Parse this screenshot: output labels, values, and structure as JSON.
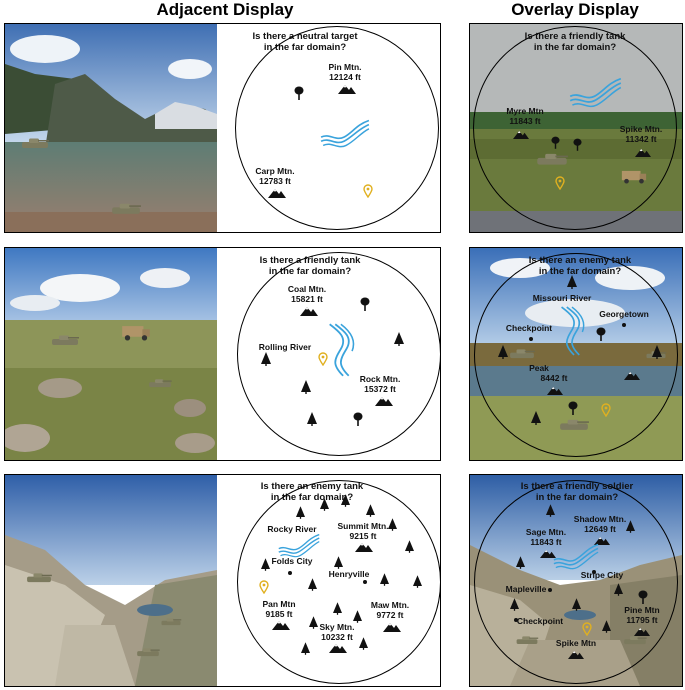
{
  "headers": {
    "adjacent": "Adjacent Display",
    "overlay": "Overlay Display"
  },
  "row1": {
    "adjacent": {
      "question_l1": "Is there a neutral target",
      "question_l2": "in the far domain?",
      "pin_name": "Pin Mtn.",
      "pin_ft": "12124 ft",
      "carp_name": "Carp Mtn.",
      "carp_ft": "12783 ft"
    },
    "overlay": {
      "question_l1": "Is there a friendly tank",
      "question_l2": "in the far domain?",
      "myre_name": "Myre Mtn",
      "myre_ft": "11843 ft",
      "spike_name": "Spike Mtn.",
      "spike_ft": "11342 ft"
    }
  },
  "row2": {
    "adjacent": {
      "question_l1": "Is there a friendly tank",
      "question_l2": "in the far domain?",
      "coal_name": "Coal Mtn.",
      "coal_ft": "15821 ft",
      "river": "Rolling River",
      "rock_name": "Rock Mtn.",
      "rock_ft": "15372 ft"
    },
    "overlay": {
      "question_l1": "Is there an enemy tank",
      "question_l2": "in the far domain?",
      "river": "Missouri River",
      "town": "Georgetown",
      "checkpoint": "Checkpoint",
      "peak_name": "Peak",
      "peak_ft": "8442 ft"
    }
  },
  "row3": {
    "adjacent": {
      "question_l1": "Is there an enemy tank",
      "question_l2": "in the far domain?",
      "river": "Rocky River",
      "summit_name": "Summit Mtn.",
      "summit_ft": "9215 ft",
      "folds": "Folds City",
      "henry": "Henryville",
      "pan_name": "Pan Mtn",
      "pan_ft": "9185 ft",
      "maw_name": "Maw Mtn.",
      "maw_ft": "9772 ft",
      "sky_name": "Sky Mtn.",
      "sky_ft": "10232 ft"
    },
    "overlay": {
      "question_l1": "Is there a friendly soldier",
      "question_l2": "in the far domain?",
      "shadow_name": "Shadow Mtn.",
      "shadow_ft": "12649 ft",
      "sage_name": "Sage Mtn.",
      "sage_ft": "11843 ft",
      "stripe": "Stripe City",
      "maple": "Mapleville",
      "pine_name": "Pine Mtn",
      "pine_ft": "11795 ft",
      "checkpoint": "Checkpoint",
      "spike_name": "Spike Mtn"
    }
  },
  "colors": {
    "river": "#3aa3dc",
    "marker": "#e0b020",
    "icon": "#111111"
  }
}
